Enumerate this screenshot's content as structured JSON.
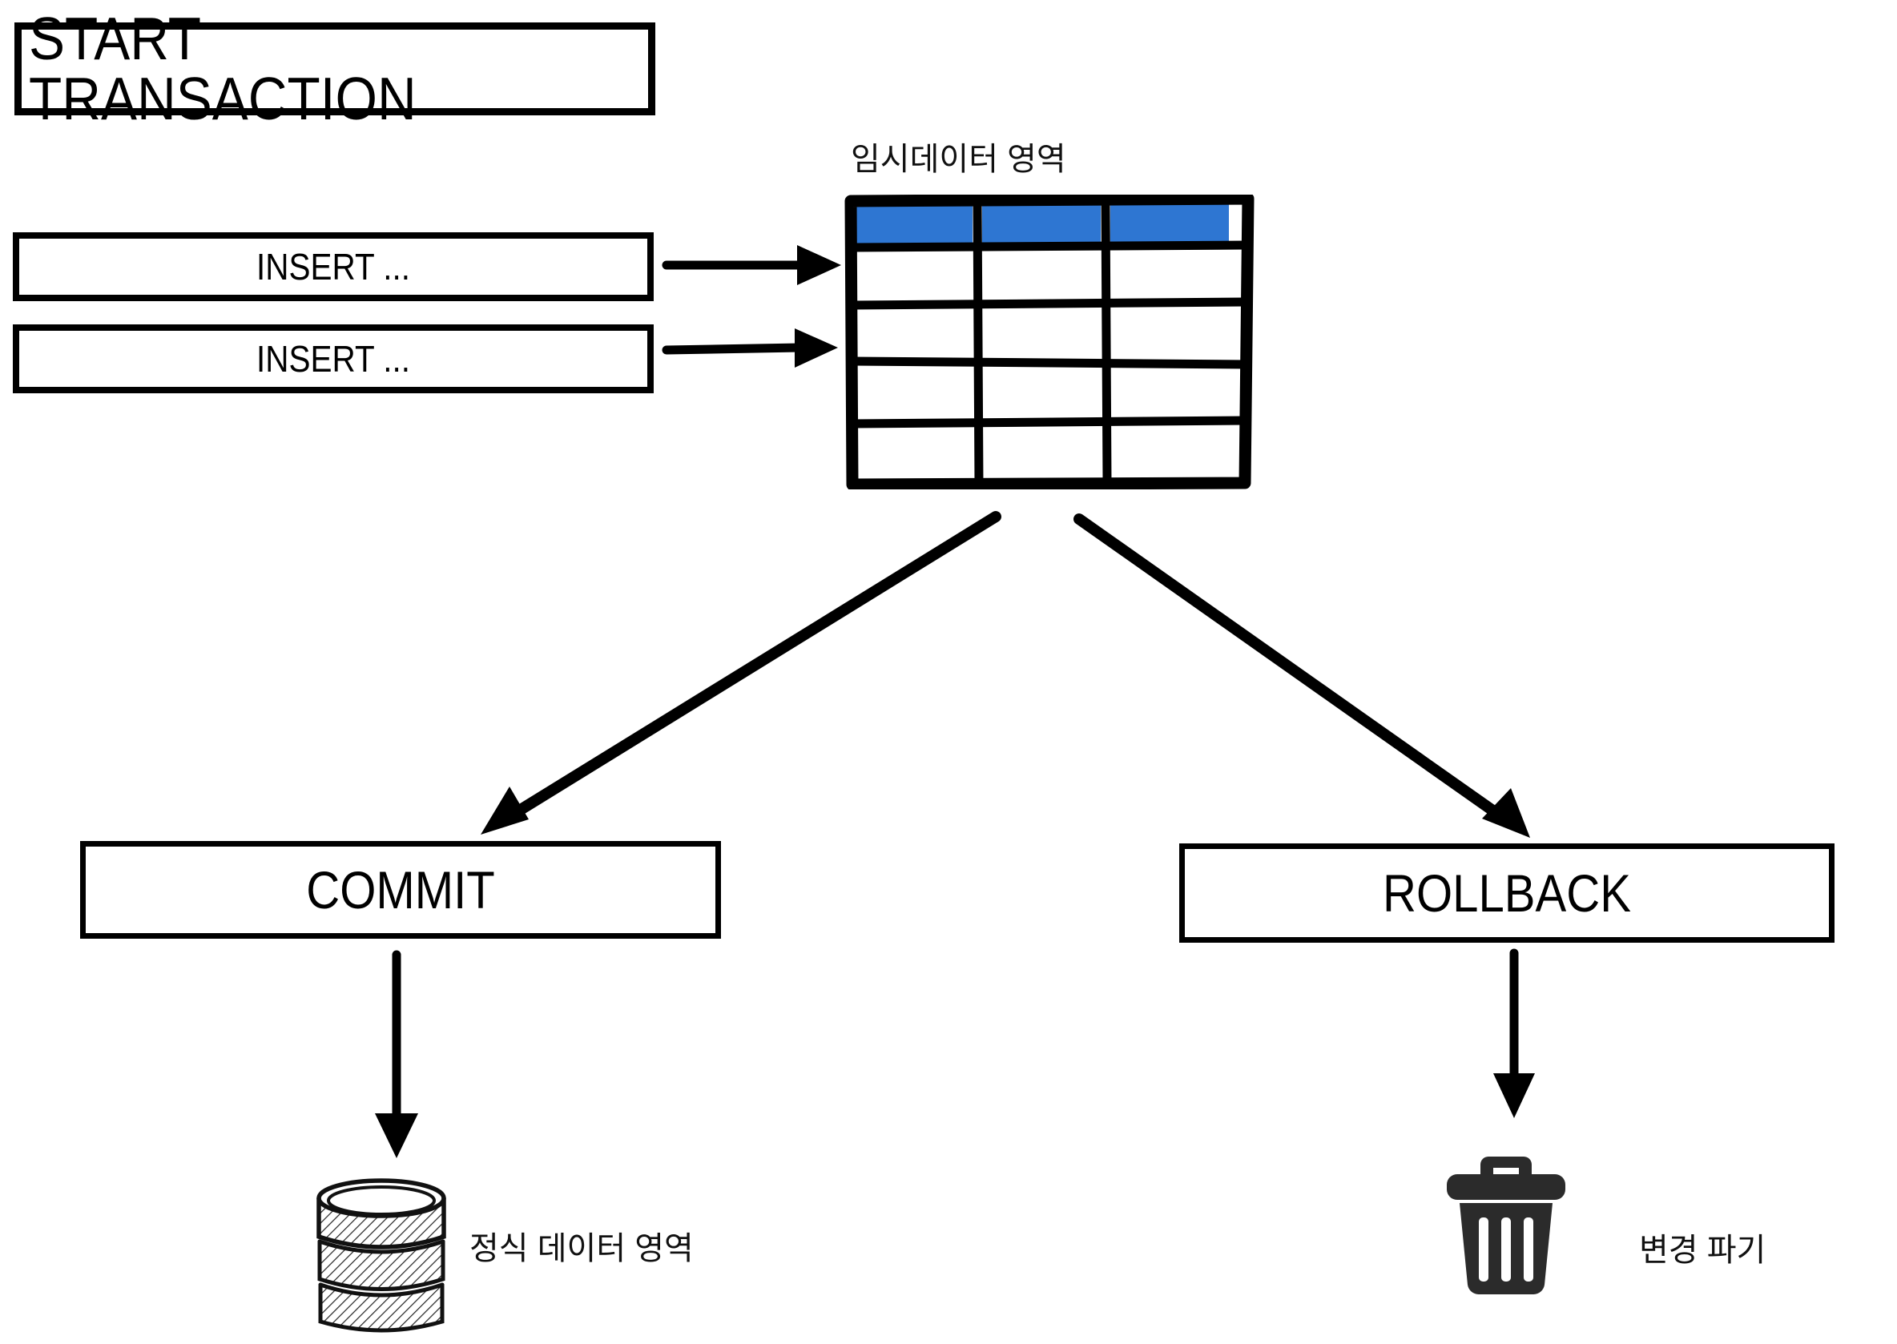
{
  "diagram": {
    "title_box": {
      "label": "START TRANSACTION"
    },
    "statements": [
      {
        "label": "INSERT ..."
      },
      {
        "label": "INSERT ..."
      }
    ],
    "temp_area": {
      "label": "임시데이터 영역",
      "table": {
        "columns": 3,
        "rows": 5,
        "header_row_index": 0,
        "header_fill": "#2E76D2",
        "cell_fill": "#FFFFFF",
        "stroke": "#000000"
      }
    },
    "outcomes": [
      {
        "label": "COMMIT"
      },
      {
        "label": "ROLLBACK"
      }
    ],
    "results": [
      {
        "icon": "database-cylinder-icon",
        "label": "정식 데이터 영역"
      },
      {
        "icon": "trash-can-icon",
        "label": "변경 파기"
      }
    ],
    "arrows": [
      {
        "name": "insert-1-to-table"
      },
      {
        "name": "insert-2-to-table"
      },
      {
        "name": "table-to-commit"
      },
      {
        "name": "table-to-rollback"
      },
      {
        "name": "commit-to-database"
      },
      {
        "name": "rollback-to-trash"
      }
    ],
    "colors": {
      "stroke": "#000000",
      "header_blue": "#2E76D2",
      "icon_dark": "#2B2B2B",
      "background": "#FFFFFF"
    }
  }
}
